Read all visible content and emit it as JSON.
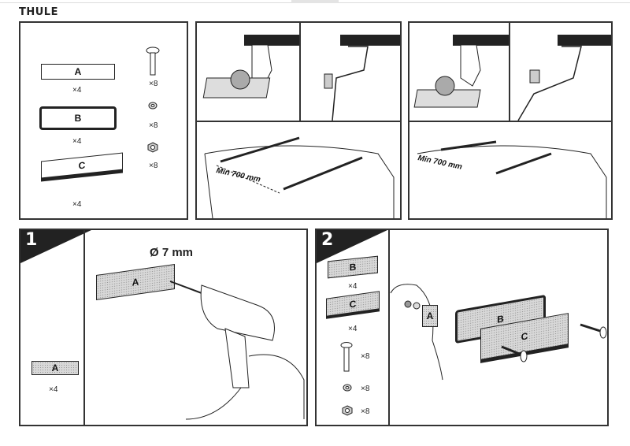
{
  "brand": "THULE",
  "parts_panel": {
    "plates": [
      {
        "label": "A",
        "qty": "×4"
      },
      {
        "label": "B",
        "qty": "×4"
      },
      {
        "label": "C",
        "qty": "×4"
      }
    ],
    "hardware": [
      {
        "name": "bolt",
        "qty": "×8"
      },
      {
        "name": "washer",
        "qty": "×8"
      },
      {
        "name": "nut",
        "qty": "×8"
      }
    ]
  },
  "fitting_panels": [
    {
      "distance_label": "Min 700 mm"
    },
    {
      "distance_label": "Min 700 mm"
    }
  ],
  "step1": {
    "number": "1",
    "drill_label": "Ø 7 mm",
    "plate_label": "A",
    "part": {
      "label": "A",
      "qty": "×4"
    }
  },
  "step2": {
    "number": "2",
    "parts": [
      {
        "label": "B",
        "qty": "×4"
      },
      {
        "label": "C",
        "qty": "×4"
      }
    ],
    "hardware": [
      {
        "name": "bolt",
        "qty": "×8"
      },
      {
        "name": "washer",
        "qty": "×8"
      },
      {
        "name": "nut",
        "qty": "×8"
      }
    ],
    "assembly_labels": [
      "A",
      "B",
      "C"
    ]
  }
}
